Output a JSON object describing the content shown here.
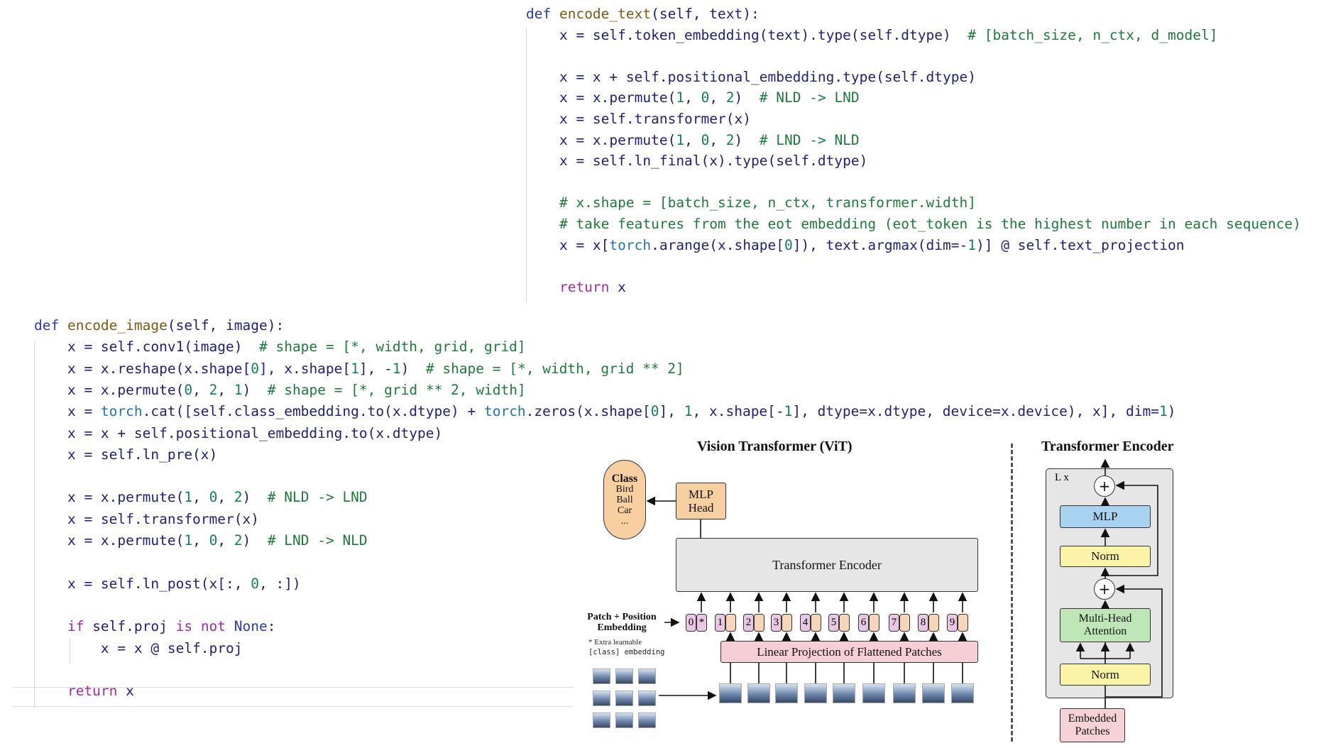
{
  "encode_text": {
    "lines": [
      [
        {
          "c": "kw",
          "t": "def "
        },
        {
          "c": "fn",
          "t": "encode_text"
        },
        {
          "c": "",
          "t": "(self, text):"
        }
      ],
      [
        {
          "c": "",
          "t": "    x = self.token_embedding(text).type(self.dtype)  "
        },
        {
          "c": "cm",
          "t": "# [batch_size, n_ctx, d_model]"
        }
      ],
      [
        {
          "c": "",
          "t": ""
        }
      ],
      [
        {
          "c": "",
          "t": "    x = x + self.positional_embedding.type(self.dtype)"
        }
      ],
      [
        {
          "c": "",
          "t": "    x = x.permute("
        },
        {
          "c": "num",
          "t": "1"
        },
        {
          "c": "",
          "t": ", "
        },
        {
          "c": "num",
          "t": "0"
        },
        {
          "c": "",
          "t": ", "
        },
        {
          "c": "num",
          "t": "2"
        },
        {
          "c": "",
          "t": ")  "
        },
        {
          "c": "cm",
          "t": "# NLD -> LND"
        }
      ],
      [
        {
          "c": "",
          "t": "    x = self.transformer(x)"
        }
      ],
      [
        {
          "c": "",
          "t": "    x = x.permute("
        },
        {
          "c": "num",
          "t": "1"
        },
        {
          "c": "",
          "t": ", "
        },
        {
          "c": "num",
          "t": "0"
        },
        {
          "c": "",
          "t": ", "
        },
        {
          "c": "num",
          "t": "2"
        },
        {
          "c": "",
          "t": ")  "
        },
        {
          "c": "cm",
          "t": "# LND -> NLD"
        }
      ],
      [
        {
          "c": "",
          "t": "    x = self.ln_final(x).type(self.dtype)"
        }
      ],
      [
        {
          "c": "",
          "t": ""
        }
      ],
      [
        {
          "c": "cm",
          "t": "    # x.shape = [batch_size, n_ctx, transformer.width]"
        }
      ],
      [
        {
          "c": "cm",
          "t": "    # take features from the eot embedding (eot_token is the highest number in each sequence)"
        }
      ],
      [
        {
          "c": "",
          "t": "    x = x["
        },
        {
          "c": "mod",
          "t": "torch"
        },
        {
          "c": "",
          "t": ".arange(x.shape["
        },
        {
          "c": "num",
          "t": "0"
        },
        {
          "c": "",
          "t": "]), text.argmax(dim=-"
        },
        {
          "c": "num",
          "t": "1"
        },
        {
          "c": "",
          "t": ")] @ self.text_projection"
        }
      ],
      [
        {
          "c": "",
          "t": ""
        }
      ],
      [
        {
          "c": "kw2",
          "t": "    return"
        },
        {
          "c": "",
          "t": " x"
        }
      ]
    ]
  },
  "encode_image": {
    "lines": [
      [
        {
          "c": "kw",
          "t": "def "
        },
        {
          "c": "fn",
          "t": "encode_image"
        },
        {
          "c": "",
          "t": "(self, image):"
        }
      ],
      [
        {
          "c": "",
          "t": "    x = self.conv1(image)  "
        },
        {
          "c": "cm",
          "t": "# shape = [*, width, grid, grid]"
        }
      ],
      [
        {
          "c": "",
          "t": "    x = x.reshape(x.shape["
        },
        {
          "c": "num",
          "t": "0"
        },
        {
          "c": "",
          "t": "], x.shape["
        },
        {
          "c": "num",
          "t": "1"
        },
        {
          "c": "",
          "t": "], -"
        },
        {
          "c": "num",
          "t": "1"
        },
        {
          "c": "",
          "t": ")  "
        },
        {
          "c": "cm",
          "t": "# shape = [*, width, grid ** 2]"
        }
      ],
      [
        {
          "c": "",
          "t": "    x = x.permute("
        },
        {
          "c": "num",
          "t": "0"
        },
        {
          "c": "",
          "t": ", "
        },
        {
          "c": "num",
          "t": "2"
        },
        {
          "c": "",
          "t": ", "
        },
        {
          "c": "num",
          "t": "1"
        },
        {
          "c": "",
          "t": ")  "
        },
        {
          "c": "cm",
          "t": "# shape = [*, grid ** 2, width]"
        }
      ],
      [
        {
          "c": "",
          "t": "    x = "
        },
        {
          "c": "mod",
          "t": "torch"
        },
        {
          "c": "",
          "t": ".cat([self.class_embedding.to(x.dtype) + "
        },
        {
          "c": "mod",
          "t": "torch"
        },
        {
          "c": "",
          "t": ".zeros(x.shape["
        },
        {
          "c": "num",
          "t": "0"
        },
        {
          "c": "",
          "t": "], "
        },
        {
          "c": "num",
          "t": "1"
        },
        {
          "c": "",
          "t": ", x.shape[-"
        },
        {
          "c": "num",
          "t": "1"
        },
        {
          "c": "",
          "t": "], dtype=x.dtype, device=x.device), x], dim="
        },
        {
          "c": "num",
          "t": "1"
        },
        {
          "c": "",
          "t": ")"
        }
      ],
      [
        {
          "c": "",
          "t": "    x = x + self.positional_embedding.to(x.dtype)"
        }
      ],
      [
        {
          "c": "",
          "t": "    x = self.ln_pre(x)"
        }
      ],
      [
        {
          "c": "",
          "t": ""
        }
      ],
      [
        {
          "c": "",
          "t": "    x = x.permute("
        },
        {
          "c": "num",
          "t": "1"
        },
        {
          "c": "",
          "t": ", "
        },
        {
          "c": "num",
          "t": "0"
        },
        {
          "c": "",
          "t": ", "
        },
        {
          "c": "num",
          "t": "2"
        },
        {
          "c": "",
          "t": ")  "
        },
        {
          "c": "cm",
          "t": "# NLD -> LND"
        }
      ],
      [
        {
          "c": "",
          "t": "    x = self.transformer(x)"
        }
      ],
      [
        {
          "c": "",
          "t": "    x = x.permute("
        },
        {
          "c": "num",
          "t": "1"
        },
        {
          "c": "",
          "t": ", "
        },
        {
          "c": "num",
          "t": "0"
        },
        {
          "c": "",
          "t": ", "
        },
        {
          "c": "num",
          "t": "2"
        },
        {
          "c": "",
          "t": ")  "
        },
        {
          "c": "cm",
          "t": "# LND -> NLD"
        }
      ],
      [
        {
          "c": "",
          "t": ""
        }
      ],
      [
        {
          "c": "",
          "t": "    x = self.ln_post(x[:, "
        },
        {
          "c": "num",
          "t": "0"
        },
        {
          "c": "",
          "t": ", :])"
        }
      ],
      [
        {
          "c": "",
          "t": ""
        }
      ],
      [
        {
          "c": "kw2",
          "t": "    if"
        },
        {
          "c": "",
          "t": " self.proj "
        },
        {
          "c": "kw2",
          "t": "is not"
        },
        {
          "c": "",
          "t": " "
        },
        {
          "c": "kw",
          "t": "None"
        },
        {
          "c": "",
          "t": ":"
        }
      ],
      [
        {
          "c": "",
          "t": "        x = x @ self.proj"
        }
      ],
      [
        {
          "c": "",
          "t": ""
        }
      ],
      [
        {
          "c": "kw2",
          "t": "    return"
        },
        {
          "c": "",
          "t": " x"
        }
      ]
    ]
  },
  "vit": {
    "title": "Vision Transformer (ViT)",
    "class_label": "Class",
    "classes": [
      "Bird",
      "Ball",
      "Car",
      "..."
    ],
    "mlp_head": "MLP\nHead",
    "encoder": "Transformer Encoder",
    "embedding_label": "Patch + Position\nEmbedding",
    "footnote_line1": "* Extra learnable",
    "footnote_line2": "[class] embedding",
    "linear_projection": "Linear Projection of Flattened Patches",
    "tokens": [
      "0",
      "1",
      "2",
      "3",
      "4",
      "5",
      "6",
      "7",
      "8",
      "9"
    ],
    "class_token_mark": "*"
  },
  "encoder_block": {
    "title": "Transformer Encoder",
    "repeat": "L x",
    "mlp": "MLP",
    "norm": "Norm",
    "attention": "Multi-Head\nAttention",
    "plus": "+",
    "embedded": "Embedded\nPatches"
  },
  "colors": {
    "norm": "#fbf3a5",
    "mlp": "#a8d3f0",
    "attention": "#bfe6b7",
    "mlp_head": "#f8cfa0",
    "class_ellipse": "#f8cfa0",
    "linear_proj": "#f6cfd6",
    "encoder_bg": "#e6e6e6",
    "embedded": "#f6d2d6"
  }
}
